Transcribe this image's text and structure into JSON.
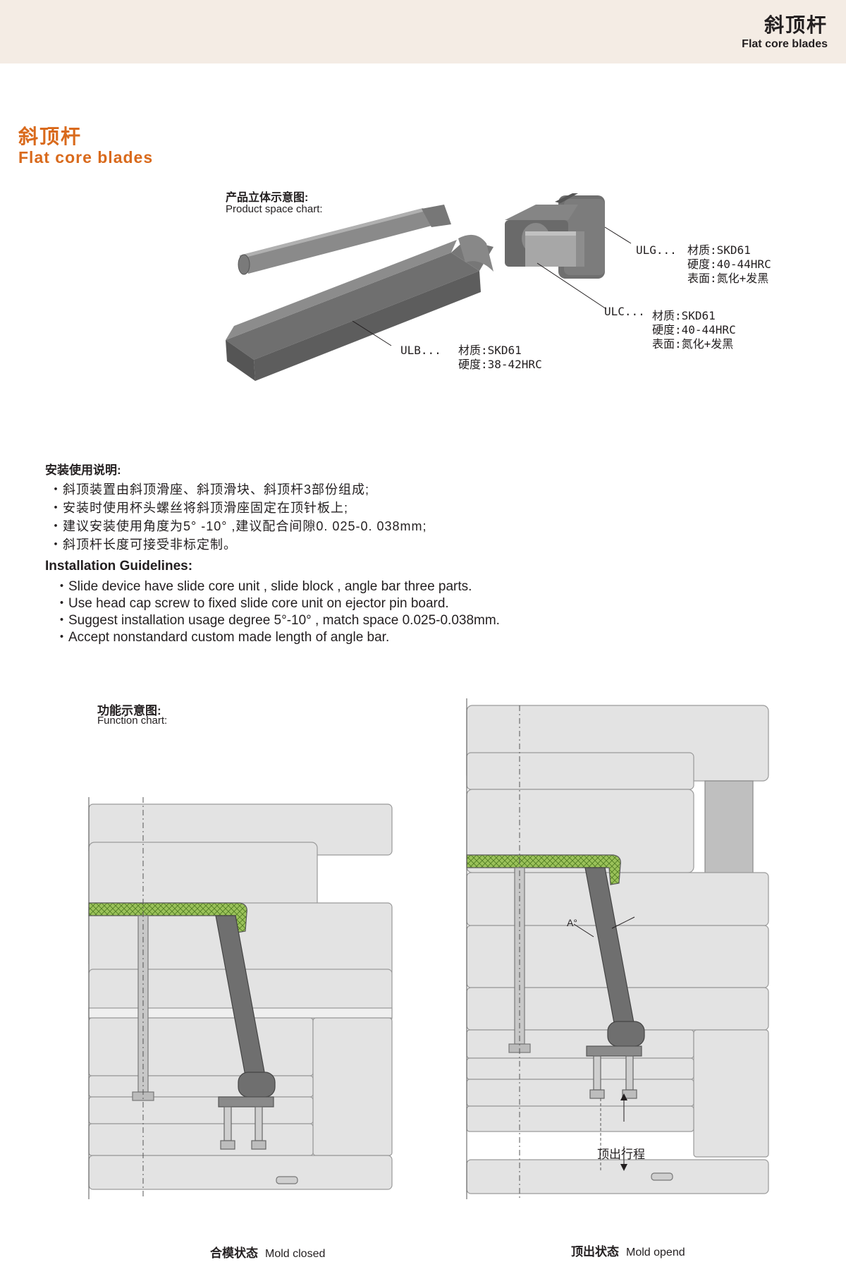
{
  "header": {
    "title_cn": "斜顶杆",
    "title_en": "Flat core blades"
  },
  "section": {
    "title_cn": "斜顶杆",
    "title_en": "Flat core blades"
  },
  "product_chart": {
    "caption_cn": "产品立体示意图:",
    "caption_en": "Product space chart:",
    "ulg": {
      "code": "ULG...",
      "material": "材质:SKD61",
      "hardness": "硬度:40-44HRC",
      "surface": "表面:氮化+发黑"
    },
    "ulc": {
      "code": "ULC...",
      "material": "材质:SKD61",
      "hardness": "硬度:40-44HRC",
      "surface": "表面:氮化+发黑"
    },
    "ulb": {
      "code": "ULB...",
      "material": "材质:SKD61",
      "hardness": "硬度:38-42HRC"
    }
  },
  "installation": {
    "title_cn": "安装使用说明:",
    "items_cn": [
      "・斜顶装置由斜顶滑座、斜顶滑块、斜顶杆3部份组成;",
      "・安装时使用杯头螺丝将斜顶滑座固定在顶针板上;",
      "・建议安装使用角度为5° -10° ,建议配合间隙0. 025-0. 038mm;",
      "・斜顶杆长度可接受非标定制。"
    ],
    "title_en": "Installation Guidelines:",
    "items_en": [
      "・Slide device have slide core unit , slide block , angle bar three parts.",
      "・Use head cap screw to fixed slide core unit on ejector pin board.",
      "・Suggest installation usage degree 5°-10° , match space 0.025-0.038mm.",
      "・Accept nonstandard custom made length of angle bar."
    ]
  },
  "function_chart": {
    "caption_cn": "功能示意图:",
    "caption_en": "Function chart:",
    "angle_label": "A°",
    "stroke_label": "顶出行程",
    "closed_cn": "合模状态",
    "closed_en": "Mold closed",
    "open_cn": "顶出状态",
    "open_en": "Mold opend"
  },
  "colors": {
    "accent": "#d96a1c",
    "plate": "#e3e3e3",
    "part": "#6f6f6f",
    "green": "#9bc25a",
    "header_band": "#f4ece4"
  }
}
